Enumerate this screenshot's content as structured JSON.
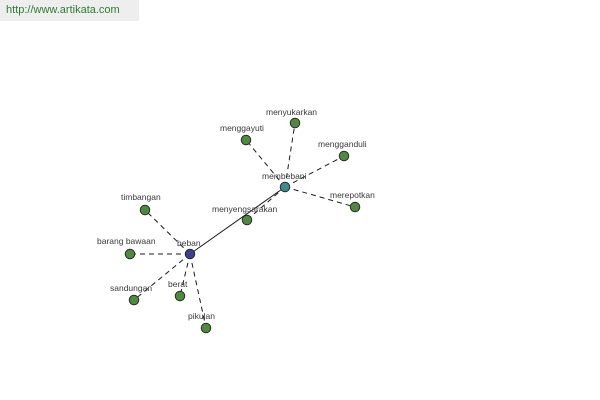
{
  "url_banner": {
    "text": "http://www.artikata.com"
  },
  "graph": {
    "hubs": [
      {
        "id": "beban",
        "label": "beban",
        "color": "#3f3f8f"
      },
      {
        "id": "membebani",
        "label": "membebani",
        "color": "#3c8c8c"
      }
    ],
    "leaves": [
      {
        "id": "timbangan",
        "label": "timbangan",
        "color": "#4e8a3e"
      },
      {
        "id": "barang_bawaan",
        "label": "barang bawaan",
        "color": "#4e8a3e"
      },
      {
        "id": "sandungan",
        "label": "sandungan",
        "color": "#4e8a3e"
      },
      {
        "id": "berat",
        "label": "berat",
        "color": "#4e8a3e"
      },
      {
        "id": "pikulan",
        "label": "pikulan",
        "color": "#4e8a3e"
      },
      {
        "id": "menyengsarakan",
        "label": "menyengsarakan",
        "color": "#4e8a3e"
      },
      {
        "id": "menggayuti",
        "label": "menggayuti",
        "color": "#4e8a3e"
      },
      {
        "id": "menyukarkan",
        "label": "menyukarkan",
        "color": "#4e8a3e"
      },
      {
        "id": "mengganduli",
        "label": "mengganduli",
        "color": "#4e8a3e"
      },
      {
        "id": "merepotkan",
        "label": "merepotkan",
        "color": "#4e8a3e"
      }
    ],
    "edges": [
      {
        "from": "beban",
        "to": "membebani",
        "style": "solid"
      },
      {
        "from": "beban",
        "to": "timbangan",
        "style": "dashed"
      },
      {
        "from": "beban",
        "to": "barang_bawaan",
        "style": "dashed"
      },
      {
        "from": "beban",
        "to": "sandungan",
        "style": "dashed"
      },
      {
        "from": "beban",
        "to": "berat",
        "style": "dashed"
      },
      {
        "from": "beban",
        "to": "pikulan",
        "style": "dashed"
      },
      {
        "from": "membebani",
        "to": "menyengsarakan",
        "style": "dashed"
      },
      {
        "from": "membebani",
        "to": "menggayuti",
        "style": "dashed"
      },
      {
        "from": "membebani",
        "to": "menyukarkan",
        "style": "dashed"
      },
      {
        "from": "membebani",
        "to": "mengganduli",
        "style": "dashed"
      },
      {
        "from": "membebani",
        "to": "merepotkan",
        "style": "dashed"
      }
    ]
  }
}
